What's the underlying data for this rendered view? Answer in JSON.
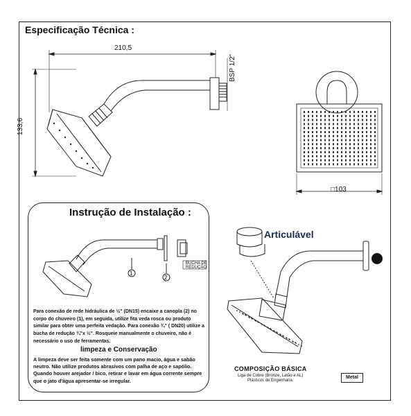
{
  "spec_title": "Especificação Técnica :",
  "dims": {
    "width": "210,5",
    "height": "133,6",
    "thread": "BSP 1/2\"",
    "square": "□103"
  },
  "install": {
    "title": "Instrução de Instalação :",
    "marker1": "1",
    "marker2": "2",
    "bucha_line1": "BUCHA DE",
    "bucha_line2": "REDUÇÃO",
    "paragraph": "Para conexão de rede hidráulica de ½\" (DN15) encaixe a canopla (2) no corpo do chuveiro (1), em seguida, utilize fita veda rosca ou produto similar para obter uma perfeita vedação. Para conexão ¾\" ( DN20) utilize a bucha de redução ¾\"x ½\".  Rosqueie manualmente o chuveiro, não é necessário o uso de ferramentas."
  },
  "cleaning": {
    "title": "limpeza e Conservação",
    "text": "A limpeza deve ser feita somente com um pano macio, água e sabão neutro. Não utilize produtos  abrasivos com palha de aço e sapólio. Quando houver arejador / bico, retirar e lavar em água corrente sempre que o jato d'água apresentar-se irregular."
  },
  "articulavel": "Articulável",
  "composition": {
    "title": "COMPOSIÇÃO BÁSICA",
    "line1": "Liga de Cobre (Bronze, Latão e AL)",
    "line2": "Plásticos de Engenharia."
  },
  "material": "Metal"
}
